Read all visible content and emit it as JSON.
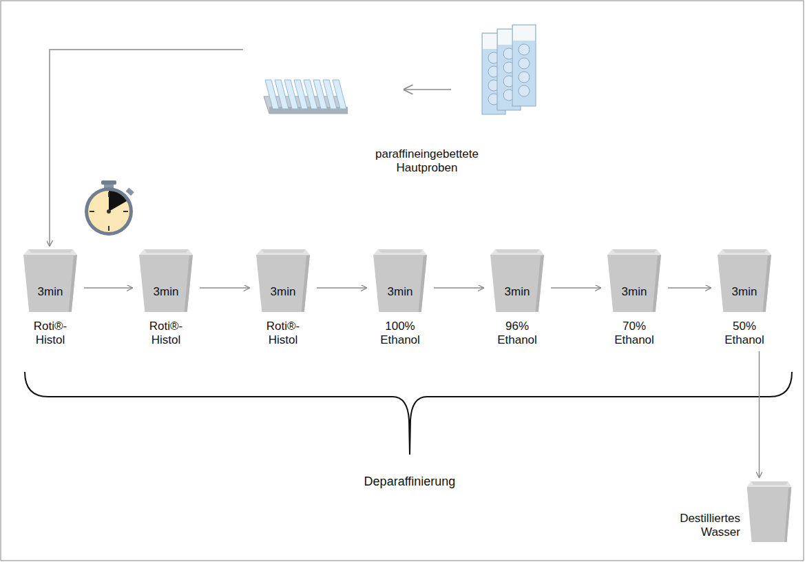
{
  "diagram": {
    "nodes": [
      {
        "text": [
          "paraffineingebettete Hautproben"
        ]
      },
      {
        "text": [
          "3min",
          "Roti®- Histol"
        ]
      },
      {
        "text": [
          "3min",
          "Roti®- Histol"
        ]
      },
      {
        "text": [
          "3min",
          "Roti®- Histol"
        ]
      },
      {
        "text": [
          "3min",
          "100% Ethanol"
        ]
      },
      {
        "text": [
          "3min",
          "96% Ethanol"
        ]
      },
      {
        "text": [
          "3min",
          "70% Ethanol"
        ]
      },
      {
        "text": [
          "3min",
          "50% Ethanol"
        ]
      },
      {
        "text": [
          "Destilliertes Wasser"
        ]
      }
    ],
    "edges": [
      {
        "from": 0,
        "to": 1,
        "arrow": "to"
      },
      {
        "from": 1,
        "to": 2,
        "arrow": "to"
      },
      {
        "from": 2,
        "to": 3,
        "arrow": "to"
      },
      {
        "from": 3,
        "to": 4,
        "arrow": "to"
      },
      {
        "from": 4,
        "to": 5,
        "arrow": "to"
      },
      {
        "from": 5,
        "to": 6,
        "arrow": "to"
      },
      {
        "from": 6,
        "to": 7,
        "arrow": "to"
      },
      {
        "from": 7,
        "to": 8,
        "arrow": "to"
      }
    ],
    "labels": [
      "Deparaffinierung"
    ]
  }
}
